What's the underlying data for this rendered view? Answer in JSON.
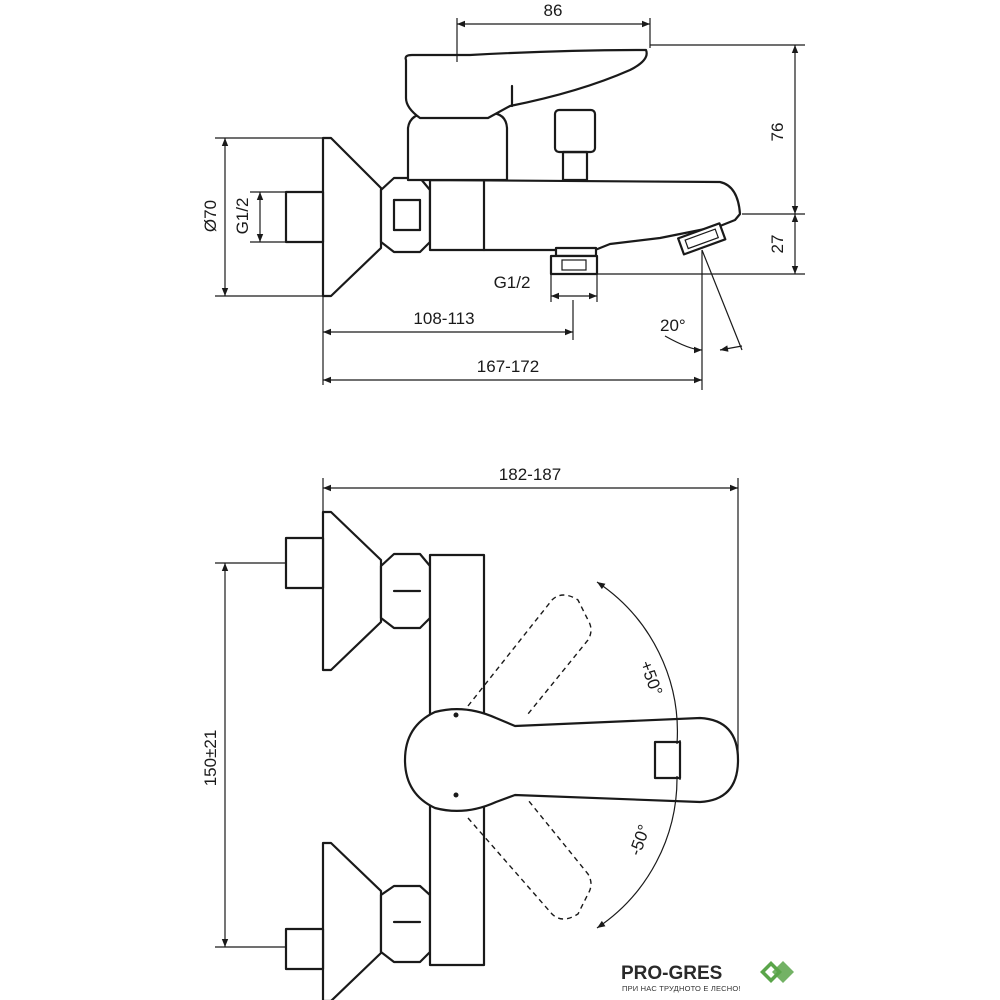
{
  "dimensions": {
    "lever_width": "86",
    "height_top": "76",
    "height_spout": "27",
    "diameter_rosette": "Ø70",
    "thread_wall": "G1/2",
    "thread_outlet": "G1/2",
    "shower_outlet_distance": "108-113",
    "spout_projection": "167-172",
    "spout_angle": "20°",
    "total_depth": "182-187",
    "centre_distance": "150±21",
    "lever_rotation_plus": "+50°",
    "lever_rotation_minus": "-50°"
  },
  "brand": {
    "name": "PRO-GRES",
    "tagline": "ПРИ НАС ТРУДНОТО Е ЛЕСНО!"
  },
  "colors": {
    "line": "#1a1a1a",
    "brand_green": "#5aa54a"
  }
}
